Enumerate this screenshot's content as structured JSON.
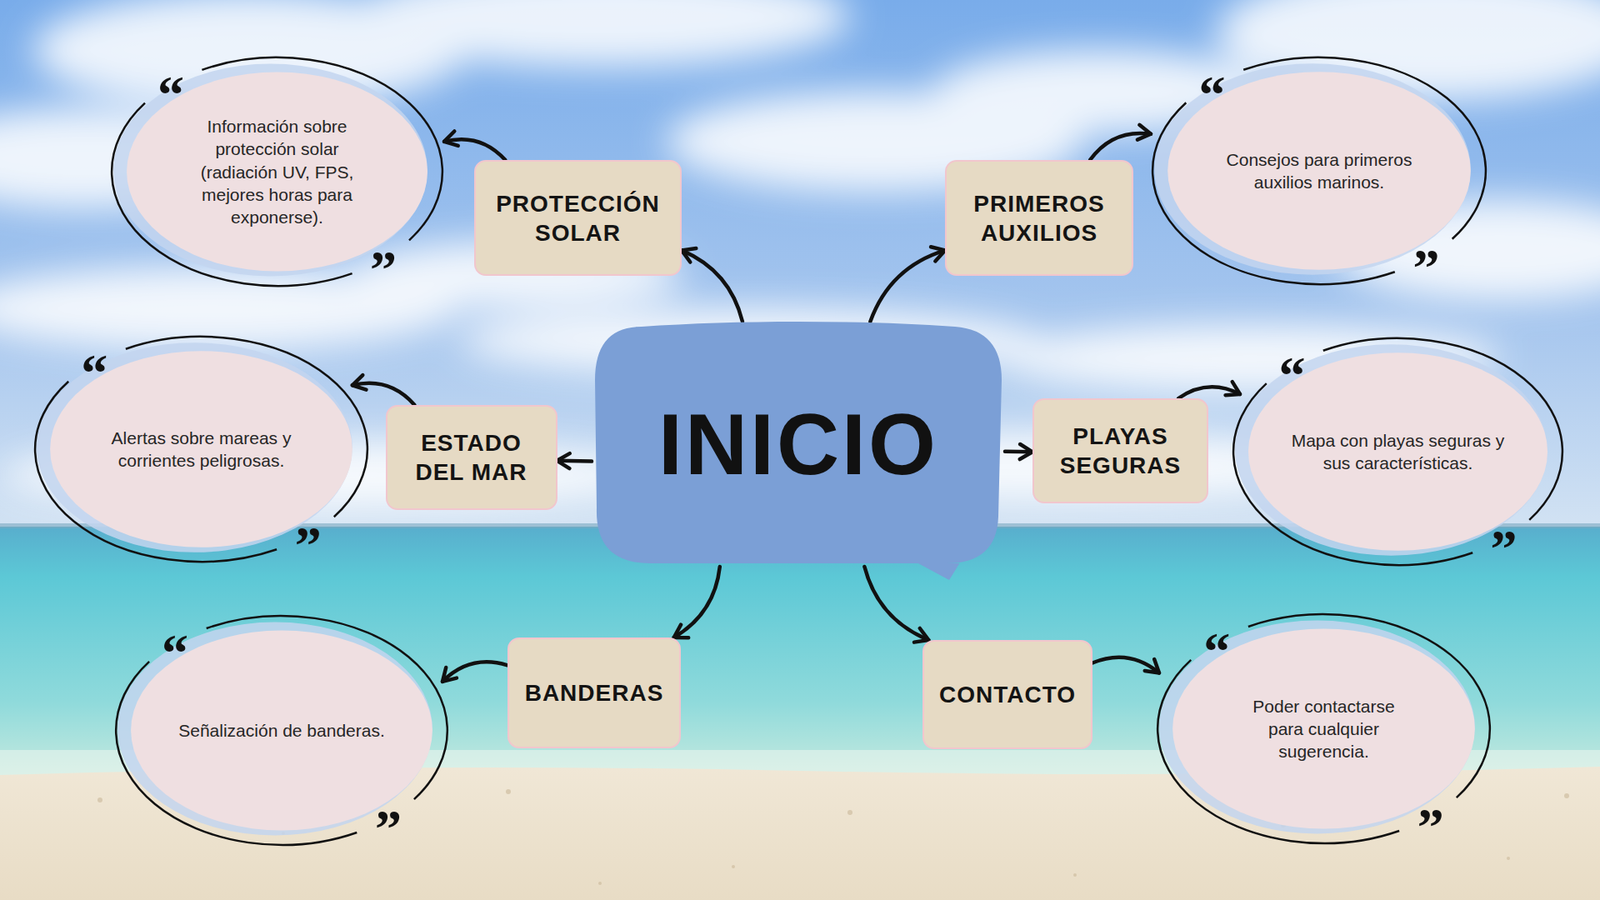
{
  "diagram": {
    "nodes": [
      {
        "text": [
          "INICIO"
        ]
      },
      {
        "text": [
          "PROTECCIÓN SOLAR"
        ]
      },
      {
        "text": [
          "Información sobre protección solar (radiación UV, FPS, mejores horas para exponerse)."
        ]
      },
      {
        "text": [
          "PRIMEROS AUXILIOS"
        ]
      },
      {
        "text": [
          "Consejos para primeros auxilios marinos."
        ]
      },
      {
        "text": [
          "ESTADO DEL MAR"
        ]
      },
      {
        "text": [
          "Alertas sobre mareas y corrientes peligrosas."
        ]
      },
      {
        "text": [
          "PLAYAS SEGURAS"
        ]
      },
      {
        "text": [
          "Mapa con playas seguras y sus características."
        ]
      },
      {
        "text": [
          "BANDERAS"
        ]
      },
      {
        "text": [
          "Señalización de banderas."
        ]
      },
      {
        "text": [
          "CONTACTO"
        ]
      },
      {
        "text": [
          "Poder contactarse para cualquier sugerencia."
        ]
      }
    ],
    "edges": [
      {
        "from": 0,
        "to": 1,
        "arrow": "to"
      },
      {
        "from": 0,
        "to": 3,
        "arrow": "to"
      },
      {
        "from": 0,
        "to": 5,
        "arrow": "to"
      },
      {
        "from": 0,
        "to": 7,
        "arrow": "to"
      },
      {
        "from": 0,
        "to": 9,
        "arrow": "to"
      },
      {
        "from": 0,
        "to": 11,
        "arrow": "to"
      },
      {
        "from": 1,
        "to": 2,
        "arrow": "to"
      },
      {
        "from": 3,
        "to": 4,
        "arrow": "to"
      },
      {
        "from": 5,
        "to": 6,
        "arrow": "to"
      },
      {
        "from": 7,
        "to": 8,
        "arrow": "to"
      },
      {
        "from": 9,
        "to": 10,
        "arrow": "to"
      },
      {
        "from": 11,
        "to": 12,
        "arrow": "to"
      }
    ],
    "labels": [
      "“",
      "”",
      "“",
      "”",
      "“",
      "”",
      "“",
      "”",
      "“",
      "”",
      "“",
      "”"
    ]
  }
}
